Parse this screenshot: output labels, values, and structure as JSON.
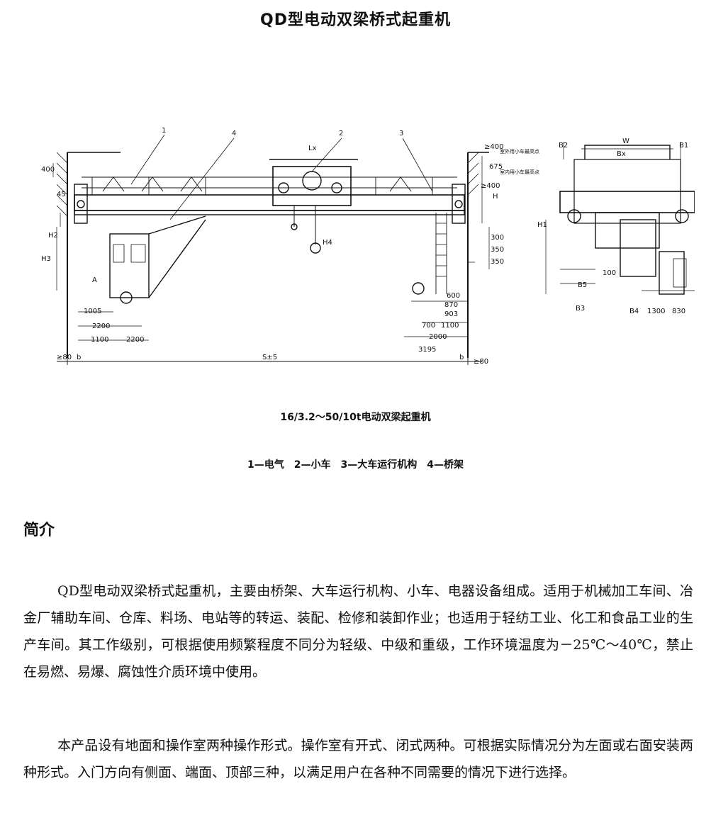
{
  "page_title": "QD型电动双梁桥式起重机",
  "figure": {
    "caption": "16/3.2～50/10t电动双梁起重机",
    "legend": "1—电气　2—小车　3—大车运行机构　4—桥架",
    "part_numbers": [
      "1",
      "2",
      "3",
      "4"
    ],
    "dimension_labels": {
      "d400": "400",
      "d45": "45",
      "h2": "H2",
      "h3": "H3",
      "a": "A",
      "d1005": "1005",
      "d2200a": "2200",
      "d1100": "1100",
      "d2200b": "2200",
      "d80l": "≥80",
      "b": "b",
      "s": "S±5",
      "b2": "b",
      "d80r": "≥80",
      "lx": "Lx",
      "h4": "H4",
      "d400b": "≥400",
      "d675": "675",
      "d400c": "≥400",
      "hh": "H",
      "d300": "300",
      "d350": "350",
      "d350b": "350",
      "d600": "600",
      "d870": "870",
      "d903": "903",
      "d700": "700",
      "d1100b": "1100",
      "d2000": "2000",
      "d3195": "3195",
      "w": "W",
      "bx": "Bx",
      "b2c": "B2",
      "b1": "B1",
      "h1": "H1",
      "d100": "100",
      "b5": "B5",
      "b3": "B3",
      "b4": "B4",
      "d1300": "1300",
      "d830": "830",
      "note_out": "室外用小车最高点",
      "note_in": "室内用小车最高点"
    }
  },
  "section_title": "简介",
  "paragraphs": [
    "QD型电动双梁桥式起重机，主要由桥架、大车运行机构、小车、电器设备组成。适用于机械加工车间、冶金厂辅助车间、仓库、料场、电站等的转运、装配、检修和装卸作业；也适用于轻纺工业、化工和食品工业的生产车间。其工作级别，可根据使用频繁程度不同分为轻级、中级和重级，工作环境温度为－25℃～40℃，禁止在易燃、易爆、腐蚀性介质环境中使用。",
    "本产品设有地面和操作室两种操作形式。操作室有开式、闭式两种。可根据实际情况分为左面或右面安装两种形式。入门方向有侧面、端面、顶部三种，以满足用户在各种不同需要的情况下进行选择。"
  ]
}
